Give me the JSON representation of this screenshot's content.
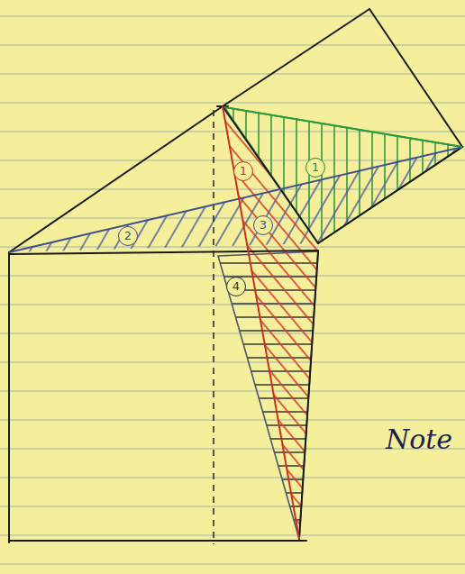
{
  "diagram": {
    "labels": [
      "1",
      "1",
      "3",
      "2",
      "4",
      "Note"
    ]
  }
}
